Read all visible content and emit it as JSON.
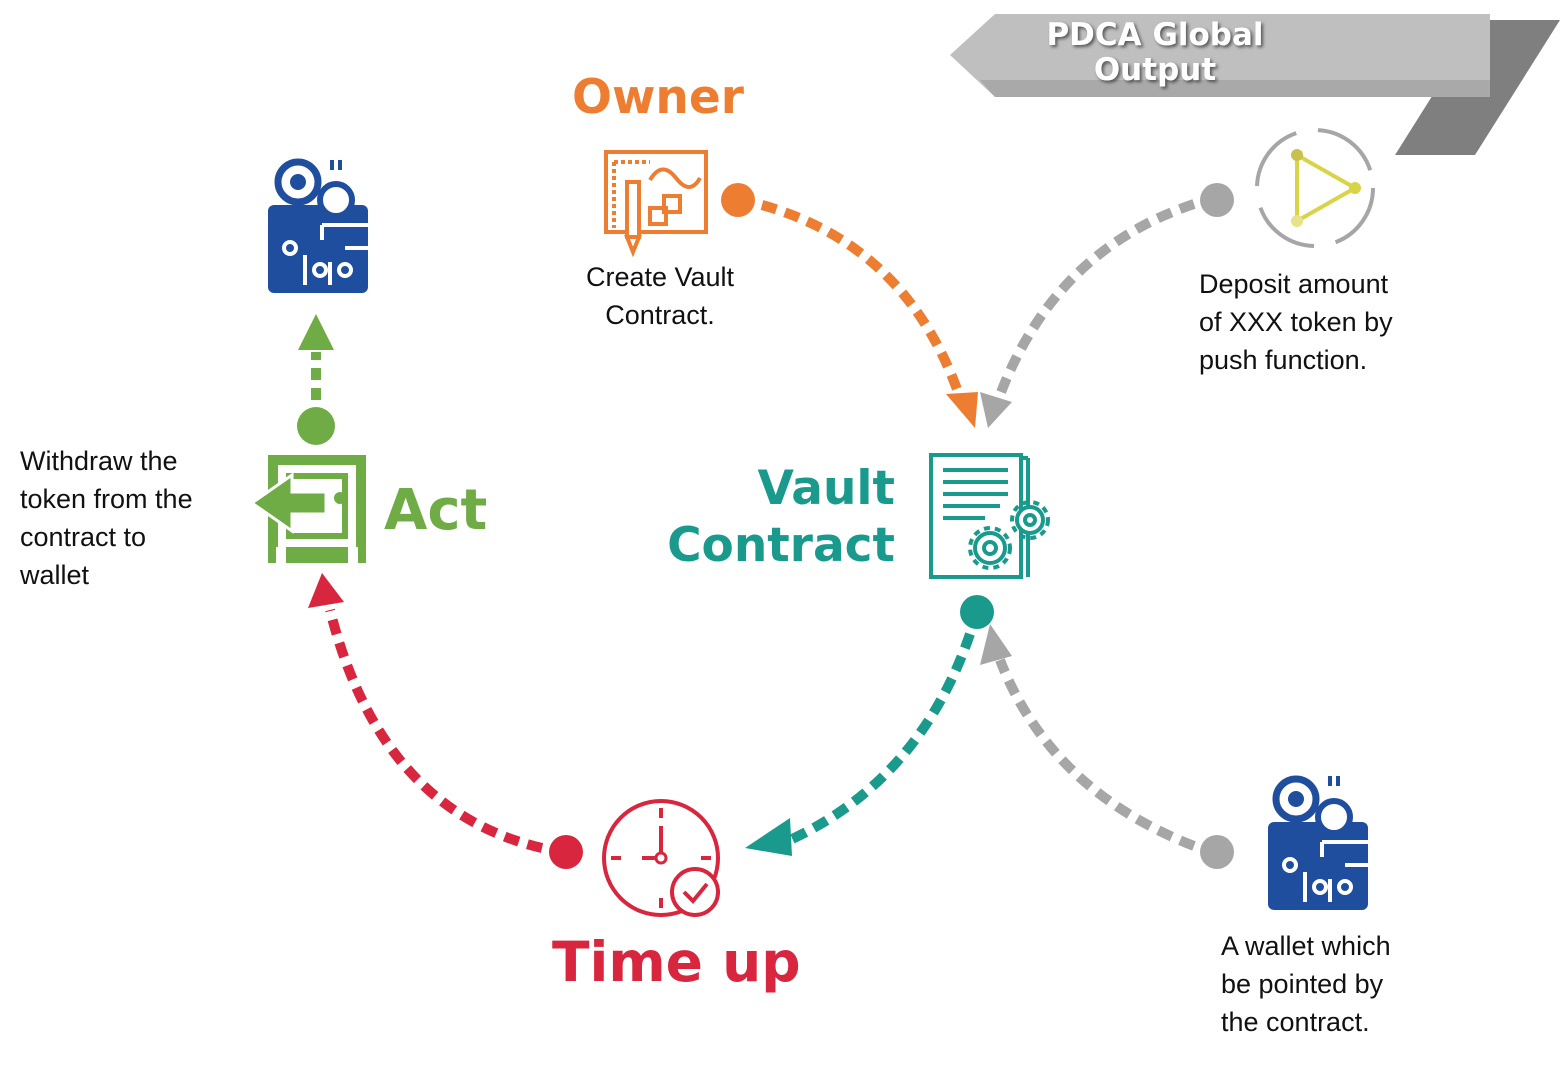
{
  "banner": {
    "line1": "PDCA Global",
    "line2": "Output"
  },
  "nodes": {
    "owner": {
      "title": "Owner",
      "desc_line1": "Create Vault",
      "desc_line2": "Contract."
    },
    "vault": {
      "title_line1": "Vault",
      "title_line2": "Contract"
    },
    "deposit": {
      "desc_line1": "Deposit amount",
      "desc_line2": "of XXX token by",
      "desc_line3": "push function."
    },
    "wallet": {
      "desc_line1": "A wallet which",
      "desc_line2": "be pointed by",
      "desc_line3": "the contract."
    },
    "timeup": {
      "title": "Time up"
    },
    "act": {
      "title": "Act",
      "desc_line1": "Withdraw the",
      "desc_line2": "token from the",
      "desc_line3": "contract to",
      "desc_line4": "wallet"
    }
  },
  "colors": {
    "owner": "#ED7D31",
    "vault": "#1A9A8C",
    "timeup": "#D7263D",
    "act": "#6FAC46",
    "neutral": "#A6A6A6",
    "wallet_blue": "#1F4E9E",
    "trigger_yellow": "#D9D447"
  },
  "icons": [
    "design-icon",
    "contract-gear-icon",
    "clock-check-icon",
    "safe-withdraw-icon",
    "wallet-coin-icon",
    "trigger-triangle-icon"
  ]
}
